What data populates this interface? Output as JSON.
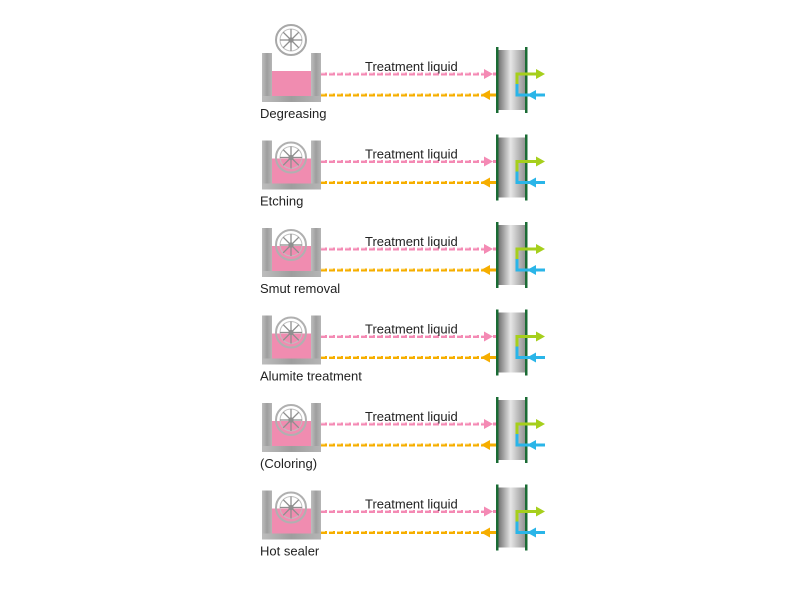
{
  "colors": {
    "tank_frame": "#a9a9a9",
    "tank_frame_dark": "#8a8a8a",
    "liquid": "#f08cb0",
    "treatment_line": "#f48ab4",
    "return_line": "#f6ae00",
    "return_line_light": "#ffd34d",
    "outlet_green": "#a6cf1c",
    "inlet_blue": "#2ab5e8",
    "exchanger_border": "#1a6b34",
    "impeller": "#9a9a9a"
  },
  "icons": {
    "impeller": "impeller-icon",
    "tank": "tank-icon",
    "heat_exchanger": "heat-exchanger-icon",
    "arrow": "arrow-icon"
  },
  "stages": [
    {
      "label": "Degreasing",
      "line_label": "Treatment liquid",
      "impeller_position": "outside"
    },
    {
      "label": "Etching",
      "line_label": "Treatment liquid",
      "impeller_position": "inside"
    },
    {
      "label": "Smut removal",
      "line_label": "Treatment liquid",
      "impeller_position": "inside"
    },
    {
      "label": "Alumite treatment",
      "line_label": "Treatment liquid",
      "impeller_position": "inside"
    },
    {
      "label": "(Coloring)",
      "line_label": "Treatment liquid",
      "impeller_position": "inside"
    },
    {
      "label": "Hot sealer",
      "line_label": "Treatment liquid",
      "impeller_position": "inside"
    }
  ]
}
